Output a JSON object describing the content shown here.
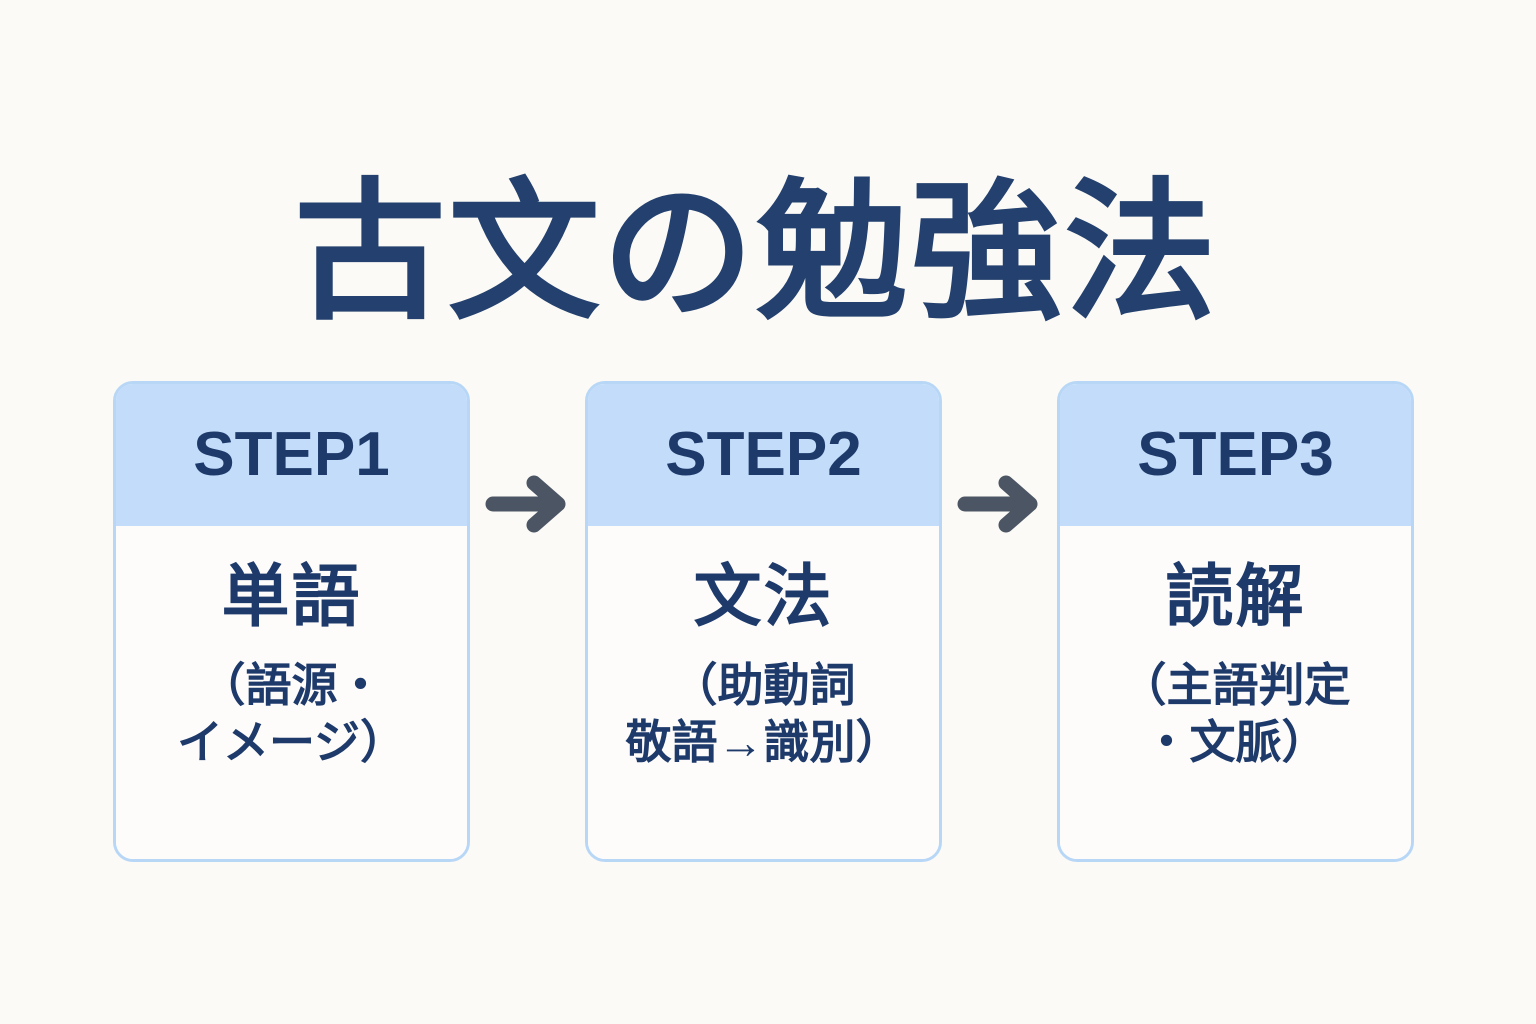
{
  "page": {
    "title": "古文の勉強法",
    "background_color": "#fbfaf6",
    "title_color": "#23406e"
  },
  "theme": {
    "navy": "#1e3a6b",
    "header_blue": "#c2dcfa",
    "border_blue": "#b8d7f7",
    "card_bg": "#fdfcfa",
    "arrow_gray": "#4b5563"
  },
  "flow": {
    "arrow_icon_name": "arrow-right-icon",
    "arrows": [
      "arrow-right-icon",
      "arrow-right-icon"
    ],
    "steps": [
      {
        "header": "STEP1",
        "main": "単語",
        "sub": "（語源・\nイメージ）"
      },
      {
        "header": "STEP2",
        "main": "文法",
        "sub": "（助動詞\n敬語→識別）"
      },
      {
        "header": "STEP3",
        "main": "読解",
        "sub": "（主語判定\n・文脈）"
      }
    ]
  }
}
